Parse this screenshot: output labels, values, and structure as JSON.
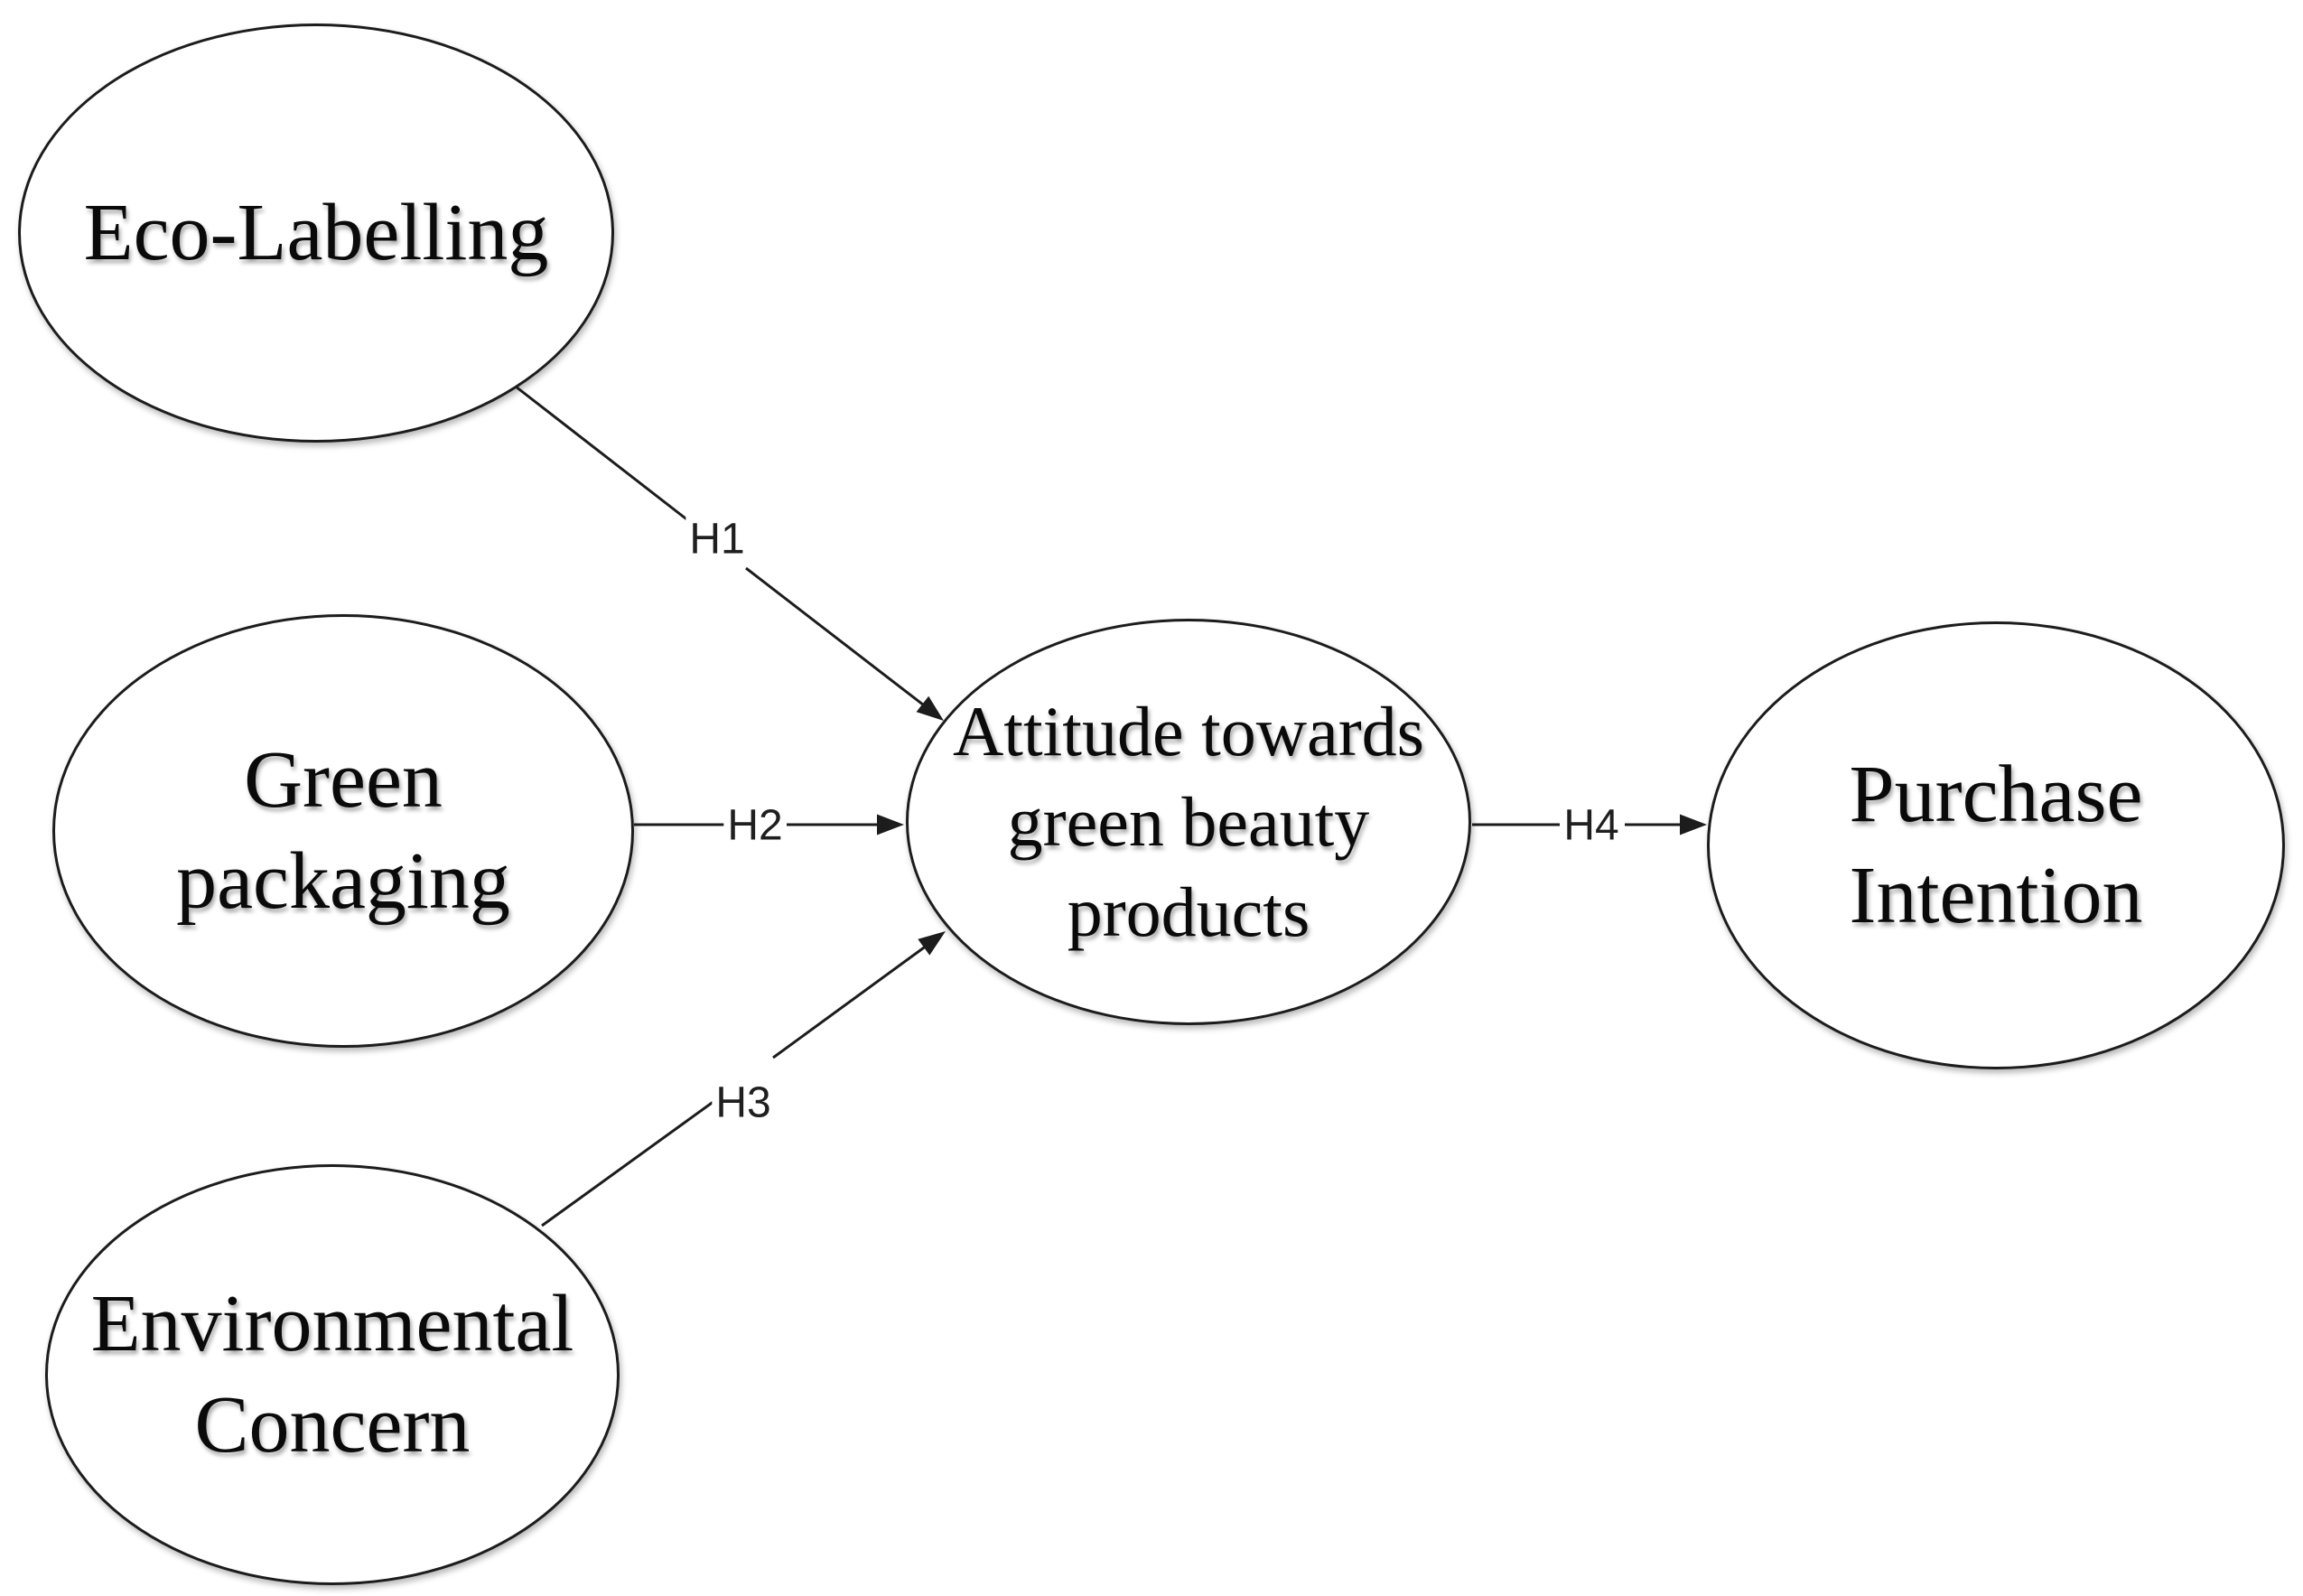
{
  "diagram": {
    "type": "conceptual-model",
    "background_color": "#ffffff",
    "stroke_color": "#1c1c1c",
    "node_fill_color": "#ffffff",
    "text_color": "#0a0a0a",
    "nodes": [
      {
        "id": "eco-labelling",
        "label": "Eco-Labelling"
      },
      {
        "id": "green-packaging",
        "label": "Green\npackaging"
      },
      {
        "id": "environmental-concern",
        "label": "Environmental\nConcern"
      },
      {
        "id": "attitude",
        "label": "Attitude towards\ngreen beauty\nproducts"
      },
      {
        "id": "purchase-intention",
        "label": "Purchase\nIntention"
      }
    ],
    "edges": [
      {
        "id": "h1",
        "label": "H1",
        "from": "eco-labelling",
        "to": "attitude"
      },
      {
        "id": "h2",
        "label": "H2",
        "from": "green-packaging",
        "to": "attitude"
      },
      {
        "id": "h3",
        "label": "H3",
        "from": "environmental-concern",
        "to": "attitude"
      },
      {
        "id": "h4",
        "label": "H4",
        "from": "attitude",
        "to": "purchase-intention"
      }
    ]
  }
}
